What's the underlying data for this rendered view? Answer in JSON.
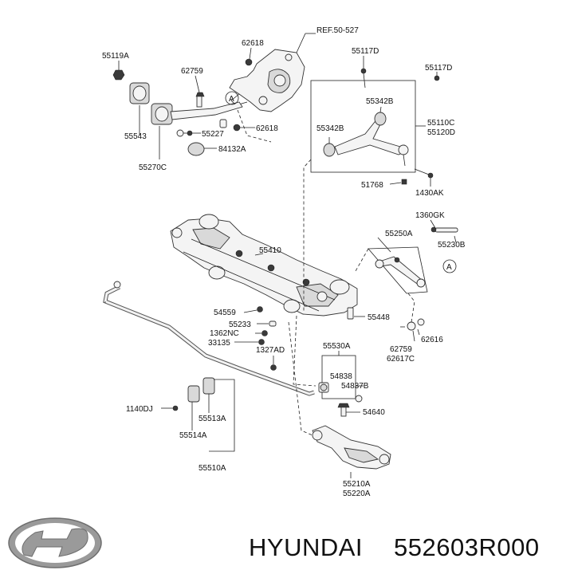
{
  "brand": {
    "name": "HYUNDAI",
    "part_number": "552603R000"
  },
  "colors": {
    "ink": "#111111",
    "logo_silver": "#9a9a9a",
    "background": "#ffffff"
  },
  "labels": [
    {
      "id": "ref",
      "text": "REF.50-527"
    },
    {
      "id": "62618a",
      "text": "62618"
    },
    {
      "id": "55119A",
      "text": "55119A"
    },
    {
      "id": "62759a",
      "text": "62759"
    },
    {
      "id": "55117Da",
      "text": "55117D"
    },
    {
      "id": "55117Db",
      "text": "55117D"
    },
    {
      "id": "55342Ba",
      "text": "55342B"
    },
    {
      "id": "55342Bb",
      "text": "55342B"
    },
    {
      "id": "55110C",
      "text": "55110C"
    },
    {
      "id": "55120D",
      "text": "55120D"
    },
    {
      "id": "55543",
      "text": "55543"
    },
    {
      "id": "55227",
      "text": "55227"
    },
    {
      "id": "62618b",
      "text": "62618"
    },
    {
      "id": "84132A",
      "text": "84132A"
    },
    {
      "id": "55270C",
      "text": "55270C"
    },
    {
      "id": "51768",
      "text": "51768"
    },
    {
      "id": "1430AK",
      "text": "1430AK"
    },
    {
      "id": "1360GK",
      "text": "1360GK"
    },
    {
      "id": "55250A",
      "text": "55250A"
    },
    {
      "id": "55230B",
      "text": "55230B"
    },
    {
      "id": "55410",
      "text": "55410"
    },
    {
      "id": "54559",
      "text": "54559"
    },
    {
      "id": "55233",
      "text": "55233"
    },
    {
      "id": "1362NC",
      "text": "1362NC"
    },
    {
      "id": "33135",
      "text": "33135"
    },
    {
      "id": "55448",
      "text": "55448"
    },
    {
      "id": "62616",
      "text": "62616"
    },
    {
      "id": "62759b",
      "text": "62759"
    },
    {
      "id": "62617C",
      "text": "62617C"
    },
    {
      "id": "1327AD",
      "text": "1327AD"
    },
    {
      "id": "55530A",
      "text": "55530A"
    },
    {
      "id": "54838",
      "text": "54838"
    },
    {
      "id": "54837B",
      "text": "54837B"
    },
    {
      "id": "54640",
      "text": "54640"
    },
    {
      "id": "1140DJ",
      "text": "1140DJ"
    },
    {
      "id": "55513A",
      "text": "55513A"
    },
    {
      "id": "55514A",
      "text": "55514A"
    },
    {
      "id": "55510A",
      "text": "55510A"
    },
    {
      "id": "55210A",
      "text": "55210A"
    },
    {
      "id": "55220A",
      "text": "55220A"
    },
    {
      "id": "markA1",
      "text": "A"
    },
    {
      "id": "markA2",
      "text": "A"
    }
  ]
}
